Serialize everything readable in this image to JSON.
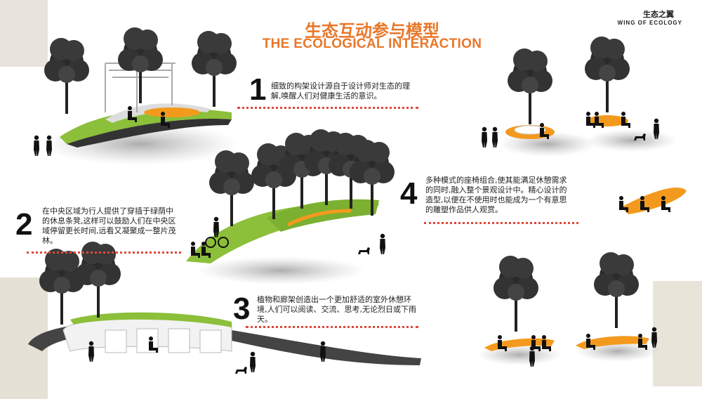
{
  "header": {
    "title_cn": "生态互动参与模型",
    "title_en": "THE ECOLOGICAL INTERACTION",
    "brand_cn": "生态之翼",
    "brand_en": "WING OF ECOLOGY"
  },
  "sections": [
    {
      "number": "1",
      "text": "细致的构架设计源自于设计师对生态的理解,唤醒人们对健康生活的意识。"
    },
    {
      "number": "2",
      "text": "在中央区域为行人提供了穿插于绿荫中的休息条凳,这样可以鼓励人们在中央区域停留更长时间,远看又凝聚成一整片茂林。"
    },
    {
      "number": "3",
      "text": "植物和廊架创造出一个更加舒适的室外休憩环境,人们可以阅读、交流、思考,无论烈日或下雨天。"
    },
    {
      "number": "4",
      "text": "多种模式的座椅组合,使其能满足休憩需求的同时,融入整个景观设计中。精心设计的造型,以便在不使用时也能成为一个有意思的雕塑作品供人观赏。"
    }
  ],
  "colors": {
    "accent": "#e8772a",
    "dots": "#e0473a",
    "grass": "#8cbf3a",
    "bench": "#f39a1e",
    "ink": "#111111"
  }
}
